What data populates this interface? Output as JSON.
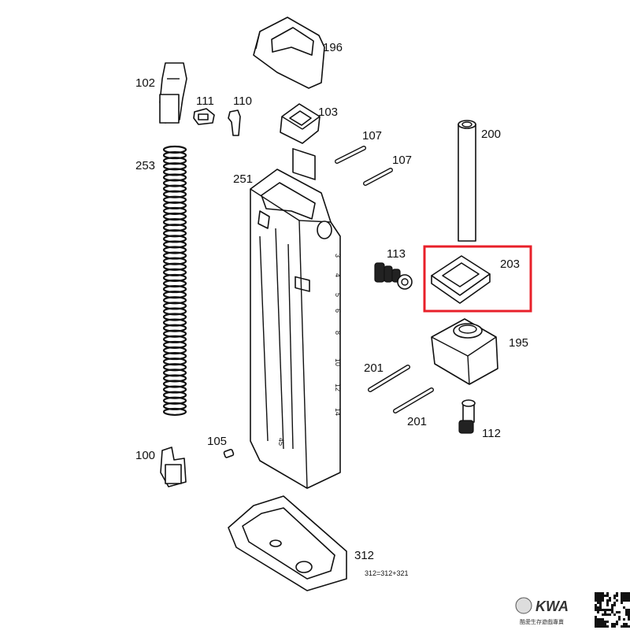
{
  "labels": {
    "p196": "196",
    "p102": "102",
    "p111": "111",
    "p110": "110",
    "p103": "103",
    "p107a": "107",
    "p107b": "107",
    "p200": "200",
    "p253": "253",
    "p251": "251",
    "p113": "113",
    "p203": "203",
    "p195": "195",
    "p201a": "201",
    "p201b": "201",
    "p112": "112",
    "p105": "105",
    "p100": "100",
    "p312": "312",
    "p312_note": "312=312+321"
  },
  "mag_numbers": [
    "3",
    "4",
    "5",
    "6",
    "8",
    "10",
    "12",
    "14",
    "45"
  ],
  "brand": {
    "name": "KWA",
    "subtitle": "酷愛生存遊戲專賣"
  },
  "colors": {
    "highlight": "#e8202a",
    "ink": "#111111"
  }
}
